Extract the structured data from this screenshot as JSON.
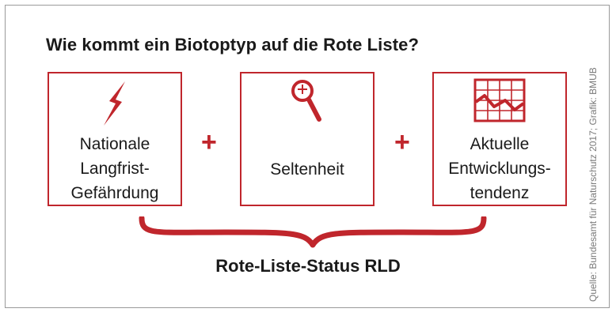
{
  "title": "Wie kommt ein Biotoptyp auf die Rote Liste?",
  "boxes": [
    {
      "icon": "lightning-icon",
      "lines": [
        "Nationale",
        "Langfrist-",
        "Gefährdung"
      ]
    },
    {
      "icon": "magnifier-icon",
      "lines": [
        "Seltenheit"
      ]
    },
    {
      "icon": "trend-chart-icon",
      "lines": [
        "Aktuelle",
        "Entwicklungs-",
        "tendenz"
      ]
    }
  ],
  "operators": [
    "+",
    "+"
  ],
  "result": "Rote-Liste-Status RLD",
  "source": "Quelle: Bundesamt für Naturschutz 2017; Grafik: BMUB",
  "colors": {
    "accent": "#c0262c",
    "text": "#1a1a1a",
    "frame": "#9a9a9a",
    "source": "#7a7a7a"
  }
}
